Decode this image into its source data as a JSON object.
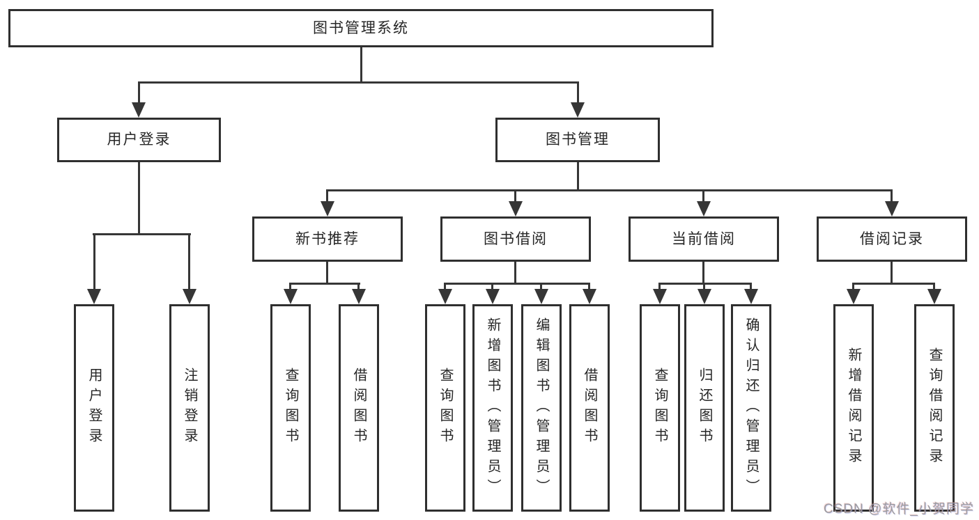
{
  "diagram": {
    "title": "图书管理系统",
    "root": {
      "label": "图书管理系统"
    },
    "branches": [
      {
        "label": "用户登录",
        "leaves": [
          {
            "label": "用户登录"
          },
          {
            "label": "注销登录"
          }
        ]
      },
      {
        "label": "图书管理",
        "groups": [
          {
            "label": "新书推荐",
            "leaves": [
              {
                "label": "查询图书"
              },
              {
                "label": "借阅图书"
              }
            ]
          },
          {
            "label": "图书借阅",
            "leaves": [
              {
                "label": "查询图书"
              },
              {
                "label": "新增图书（管理员）"
              },
              {
                "label": "编辑图书（管理员）"
              },
              {
                "label": "借阅图书"
              }
            ]
          },
          {
            "label": "当前借阅",
            "leaves": [
              {
                "label": "查询图书"
              },
              {
                "label": "归还图书"
              },
              {
                "label": "确认归还（管理员）"
              }
            ]
          },
          {
            "label": "借阅记录",
            "leaves": [
              {
                "label": "新增借阅记录"
              },
              {
                "label": "查询借阅记录"
              }
            ]
          }
        ]
      }
    ]
  },
  "watermark": {
    "text": "CSDN @软件_小贺同学"
  },
  "colors": {
    "background": "#ffffff",
    "box_border": "#2f2f2f",
    "line": "#363636",
    "text": "#262626",
    "watermark": "#9b9b9f"
  }
}
